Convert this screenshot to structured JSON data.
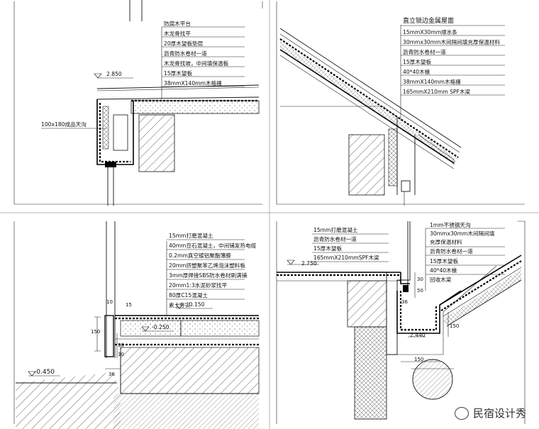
{
  "q1": {
    "labels": [
      "防腐木平台",
      "木龙骨找平",
      "20厚木望板垫层",
      "沥青防水卷材一道",
      "木龙骨找坡，中间填保温板",
      "15厚木望板",
      "38mmX140mm木格栅"
    ],
    "level": "2.850",
    "gutter": "100x180成品天沟"
  },
  "q2": {
    "title": "直立锁边金属屋面",
    "labels": [
      "15mmX30mm顺水条",
      "30mmx30mm木间隔间填充厚保温材料",
      "沥青防水卷材一道",
      "15厚木望板",
      "40*40木椽",
      "38mmX140mm木格栅",
      "165mmX210mm SPF木梁"
    ]
  },
  "q3": {
    "labels": [
      "15mm打磨混凝土",
      "40mm豆石混凝土，中间铺发热电缆",
      "0.2mm真空镀铝聚酯薄膜",
      "20mm挤塑聚苯乙烯泡沫塑料板",
      "3mm厚焊接SBS防水卷材刷满铺",
      "20mm1:3水泥砂浆找平",
      "80厚C15混凝土",
      "素土夯实"
    ],
    "levels": [
      "-0.150",
      "-0.250",
      "-0.450"
    ],
    "dims": [
      "10",
      "15",
      "150",
      "30",
      "30",
      "36"
    ]
  },
  "q4": {
    "labels_left": [
      "15mm打磨混凝土",
      "沥青防水卷材一道",
      "15厚木望板",
      "165mmX210mmSPF木梁"
    ],
    "labels_right": [
      "1mm不锈钢天沟",
      "30mmx30mm木间隔间填",
      "充厚保温材料",
      "沥青防水卷材一道",
      "15厚木望板",
      "40*40木椽",
      "回收木梁"
    ],
    "levels": [
      "2.750",
      "2.440"
    ],
    "dims": [
      "30",
      "50",
      "36",
      "150",
      "150"
    ]
  },
  "watermark": "民宿设计秀"
}
